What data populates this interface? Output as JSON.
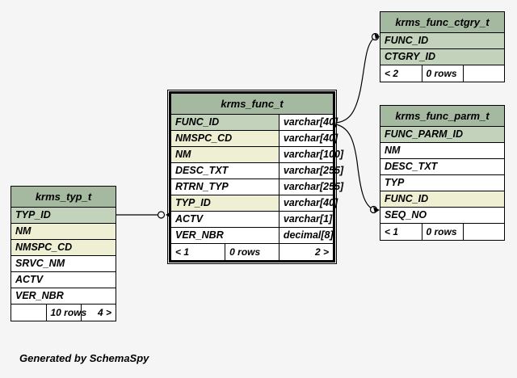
{
  "diagram": {
    "caption": "Generated by SchemaSpy",
    "background_color": "#f5f5f5",
    "header_color": "#a5b8a0",
    "primary_key_color": "#c3d3bb",
    "foreign_key_color": "#eff0d3",
    "border_color": "#000000"
  },
  "tables": {
    "krms_typ_t": {
      "name": "krms_typ_t",
      "columns": [
        {
          "name": "TYP_ID",
          "type": "",
          "key": "pk"
        },
        {
          "name": "NM",
          "type": "",
          "key": "fk"
        },
        {
          "name": "NMSPC_CD",
          "type": "",
          "key": "fk"
        },
        {
          "name": "SRVC_NM",
          "type": "",
          "key": ""
        },
        {
          "name": "ACTV",
          "type": "",
          "key": ""
        },
        {
          "name": "VER_NBR",
          "type": "",
          "key": ""
        }
      ],
      "footer": {
        "left": "",
        "middle": "10 rows",
        "right": "4 >"
      }
    },
    "krms_func_t": {
      "name": "krms_func_t",
      "columns": [
        {
          "name": "FUNC_ID",
          "type": "varchar[40]",
          "key": "pk"
        },
        {
          "name": "NMSPC_CD",
          "type": "varchar[40]",
          "key": "fk"
        },
        {
          "name": "NM",
          "type": "varchar[100]",
          "key": "fk"
        },
        {
          "name": "DESC_TXT",
          "type": "varchar[255]",
          "key": ""
        },
        {
          "name": "RTRN_TYP",
          "type": "varchar[255]",
          "key": ""
        },
        {
          "name": "TYP_ID",
          "type": "varchar[40]",
          "key": "fk"
        },
        {
          "name": "ACTV",
          "type": "varchar[1]",
          "key": ""
        },
        {
          "name": "VER_NBR",
          "type": "decimal[8]",
          "key": ""
        }
      ],
      "footer": {
        "left": "< 1",
        "middle": "0 rows",
        "right": "2 >"
      }
    },
    "krms_func_ctgry_t": {
      "name": "krms_func_ctgry_t",
      "columns": [
        {
          "name": "FUNC_ID",
          "type": "",
          "key": "pk"
        },
        {
          "name": "CTGRY_ID",
          "type": "",
          "key": "pk"
        }
      ],
      "footer": {
        "left": "< 2",
        "middle": "0 rows",
        "right": ""
      }
    },
    "krms_func_parm_t": {
      "name": "krms_func_parm_t",
      "columns": [
        {
          "name": "FUNC_PARM_ID",
          "type": "",
          "key": "pk"
        },
        {
          "name": "NM",
          "type": "",
          "key": ""
        },
        {
          "name": "DESC_TXT",
          "type": "",
          "key": ""
        },
        {
          "name": "TYP",
          "type": "",
          "key": ""
        },
        {
          "name": "FUNC_ID",
          "type": "",
          "key": "fk"
        },
        {
          "name": "SEQ_NO",
          "type": "",
          "key": ""
        }
      ],
      "footer": {
        "left": "< 1",
        "middle": "0 rows",
        "right": ""
      }
    }
  },
  "relationships": [
    {
      "from_table": "krms_typ_t",
      "from_column": "TYP_ID",
      "to_table": "krms_func_t",
      "to_column": "TYP_ID"
    },
    {
      "from_table": "krms_func_t",
      "from_column": "FUNC_ID",
      "to_table": "krms_func_ctgry_t",
      "to_column": "FUNC_ID"
    },
    {
      "from_table": "krms_func_t",
      "from_column": "FUNC_ID",
      "to_table": "krms_func_parm_t",
      "to_column": "FUNC_ID"
    }
  ]
}
